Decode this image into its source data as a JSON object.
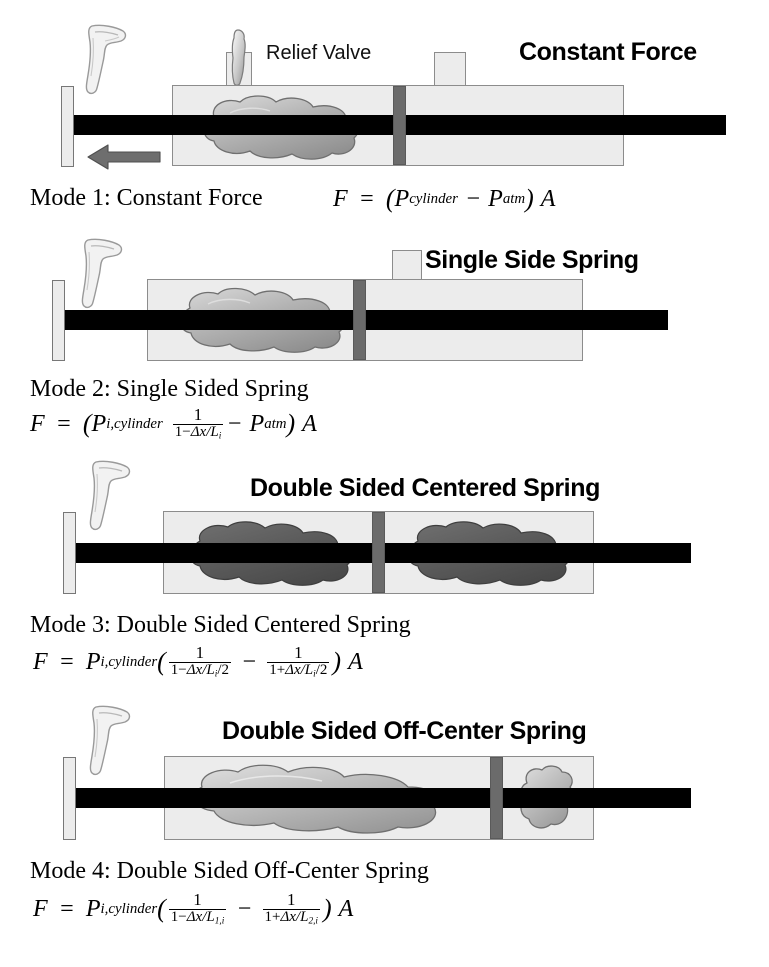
{
  "figure": {
    "kind": "engineering-diagram",
    "subject": "Pneumatic cylinder force modes",
    "background_color": "#ffffff"
  },
  "palette": {
    "cylinder_fill": "#ececec",
    "cylinder_stroke": "#8c8c8c",
    "rod_color": "#000000",
    "piston_color": "#6b6b6b",
    "endplate_fill": "#ececec",
    "endplate_stroke": "#777777",
    "arrow_color": "#6e6e6e",
    "cloud_light": "#b5b5b5",
    "cloud_dark": "#5a5a5a",
    "bone_fill": "#f0f0f0",
    "text_color": "#000000"
  },
  "modes": [
    {
      "id": "mode-1",
      "title": "Constant Force",
      "caption": "Mode 1: Constant Force",
      "has_relief_valve": true,
      "relief_valve_label": "Relief Valve",
      "has_force_arrow": true,
      "has_port_box": true,
      "cloud_style": "light-single-left",
      "piston_position": "center",
      "formula": {
        "lhs": "F",
        "equals": "=",
        "open_paren": "(",
        "p_cyl": "P",
        "p_cyl_sub": "cylinder",
        "minus": "−",
        "p_atm": "P",
        "p_atm_sub": "atm",
        "close_paren": ")",
        "area": "A",
        "plain": "F = (P_cylinder − P_atm) A"
      }
    },
    {
      "id": "mode-2",
      "title": "Single Side Spring",
      "caption": "Mode 2: Single Sided Spring",
      "has_relief_valve": false,
      "relief_valve_label": "",
      "has_force_arrow": false,
      "has_port_box": true,
      "cloud_style": "light-single-left",
      "piston_position": "center",
      "formula": {
        "lhs": "F",
        "equals": "=",
        "open_paren": "(",
        "p_cyl": "P",
        "p_cyl_sub": "i,cylinder",
        "frac1_num": "1",
        "frac1_den_prefix": "1−",
        "frac1_den_expr": "Δx/L",
        "frac1_den_sub": "i",
        "minus": "−",
        "p_atm": "P",
        "p_atm_sub": "atm",
        "close_paren": ")",
        "area": "A",
        "plain": "F = (P_i,cylinder · 1/(1−Δx/L_i) − P_atm) A"
      }
    },
    {
      "id": "mode-3",
      "title": "Double Sided Centered Spring",
      "caption": "Mode 3: Double Sided Centered Spring",
      "has_relief_valve": false,
      "relief_valve_label": "",
      "has_force_arrow": false,
      "has_port_box": false,
      "cloud_style": "dark-double",
      "piston_position": "center",
      "formula": {
        "lhs": "F",
        "equals": "=",
        "p_cyl": "P",
        "p_cyl_sub": "i,cylinder",
        "open_paren": "(",
        "frac1_num": "1",
        "frac1_den_prefix": "1−",
        "frac1_den_expr": "Δx/L",
        "frac1_den_sub": "i",
        "frac1_den_suffix": "/2",
        "minus": "−",
        "frac2_num": "1",
        "frac2_den_prefix": "1+",
        "frac2_den_expr": "Δx/L",
        "frac2_den_sub": "i",
        "frac2_den_suffix": "/2",
        "close_paren": ")",
        "area": "A",
        "plain": "F = P_i,cylinder (1/(1−Δx/L_i/2) − 1/(1+Δx/L_i/2)) A"
      }
    },
    {
      "id": "mode-4",
      "title": "Double Sided Off-Center Spring",
      "caption": "Mode 4: Double Sided Off-Center Spring",
      "has_relief_valve": false,
      "relief_valve_label": "",
      "has_force_arrow": false,
      "has_port_box": false,
      "cloud_style": "light-double-offcenter",
      "piston_position": "right-of-center",
      "formula": {
        "lhs": "F",
        "equals": "=",
        "p_cyl": "P",
        "p_cyl_sub": "i,cylinder",
        "open_paren": "(",
        "frac1_num": "1",
        "frac1_den_prefix": "1−",
        "frac1_den_expr": "Δx/L",
        "frac1_den_sub": "1,i",
        "minus": "−",
        "frac2_num": "1",
        "frac2_den_prefix": "1+",
        "frac2_den_expr": "Δx/L",
        "frac2_den_sub": "2,i",
        "close_paren": ")",
        "area": "A",
        "plain": "F = P_i,cylinder (1/(1−Δx/L_1,i) − 1/(1+Δx/L_2,i)) A"
      }
    }
  ]
}
